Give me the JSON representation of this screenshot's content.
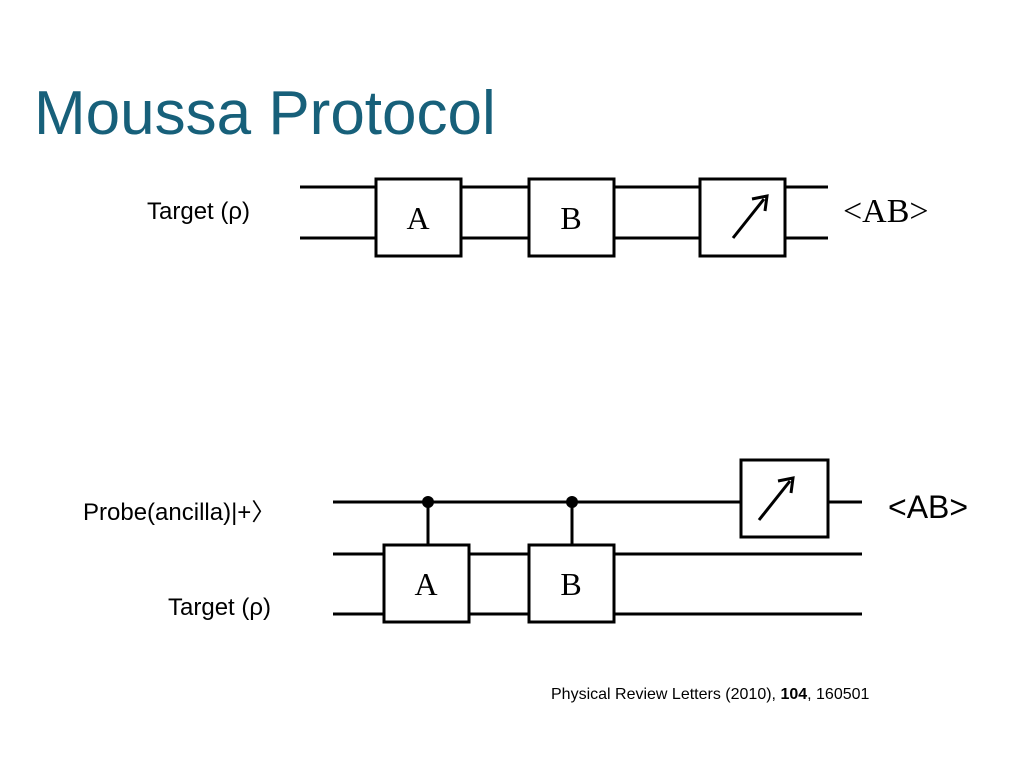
{
  "slide": {
    "title": "Moussa Protocol"
  },
  "circuit1": {
    "target_label": "Target (ρ)",
    "gate_a": "A",
    "gate_b": "B",
    "meter_icon": "measurement-meter-icon",
    "output_label": "<AB>"
  },
  "circuit2": {
    "probe_label": "Probe(ancilla)|+〉",
    "target_label": "Target (ρ)",
    "gate_a": "A",
    "gate_b": "B",
    "meter_icon": "measurement-meter-icon",
    "output_label": "<AB>"
  },
  "reference": {
    "journal": "Physical Review Letters (2010), ",
    "volume": "104",
    "article": ", 160501"
  },
  "colors": {
    "title": "#17607a",
    "lines": "#000000",
    "background": "#ffffff"
  }
}
